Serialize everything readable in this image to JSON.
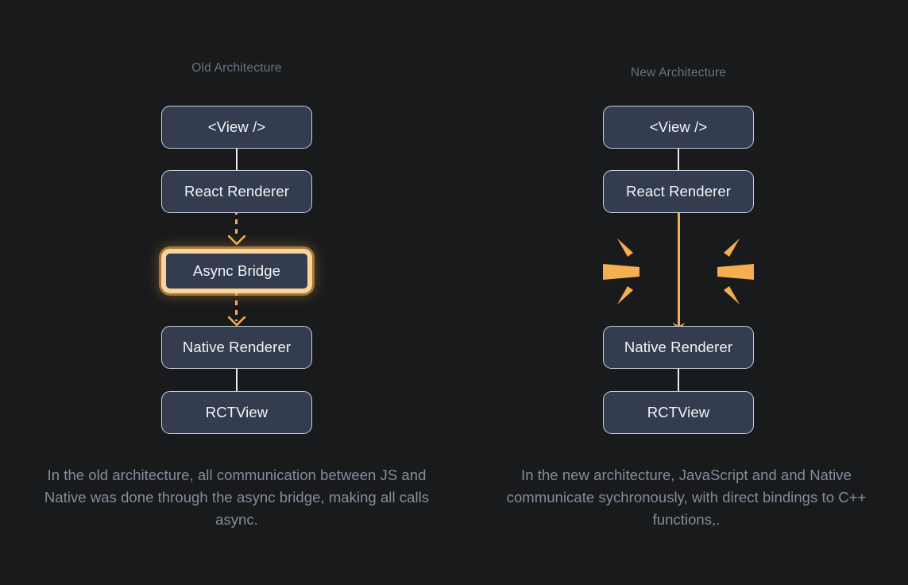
{
  "theme": {
    "background": "#191a1c",
    "node_fill": "#343d4f",
    "node_border": "#c9cedb",
    "node_text": "#f2f4f8",
    "title_text": "#6b7180",
    "caption_text": "#858c9b",
    "accent_orange": "#f5ae50",
    "highlight_border": "#fbd49a"
  },
  "columns": [
    {
      "id": "old-architecture",
      "title": "Old Architecture",
      "nodes": [
        {
          "id": "view",
          "label": "<View />"
        },
        {
          "id": "react-renderer",
          "label": "React Renderer"
        },
        {
          "id": "async-bridge",
          "label": "Async Bridge",
          "highlighted": true
        },
        {
          "id": "native-renderer",
          "label": "Native Renderer"
        },
        {
          "id": "rct-view",
          "label": "RCTView"
        }
      ],
      "connectors": [
        {
          "from": "view",
          "to": "react-renderer",
          "style": "solid",
          "color": "#e9ecf2",
          "arrow": false
        },
        {
          "from": "react-renderer",
          "to": "async-bridge",
          "style": "dashed",
          "color": "#f5ae50",
          "arrow": true
        },
        {
          "from": "async-bridge",
          "to": "native-renderer",
          "style": "dashed",
          "color": "#f5ae50",
          "arrow": true
        },
        {
          "from": "native-renderer",
          "to": "rct-view",
          "style": "solid",
          "color": "#e9ecf2",
          "arrow": false
        }
      ],
      "caption": "In the old architecture, all communication between JS and Native was done through the async bridge, making all calls async."
    },
    {
      "id": "new-architecture",
      "title": "New Architecture",
      "nodes": [
        {
          "id": "view",
          "label": "<View />"
        },
        {
          "id": "react-renderer",
          "label": "React Renderer"
        },
        {
          "id": "native-renderer",
          "label": "Native Renderer"
        },
        {
          "id": "rct-view",
          "label": "RCTView"
        }
      ],
      "connectors": [
        {
          "from": "view",
          "to": "react-renderer",
          "style": "solid",
          "color": "#e9ecf2",
          "arrow": false
        },
        {
          "from": "react-renderer",
          "to": "native-renderer",
          "style": "solid",
          "color": "#f5ae50",
          "arrow": true
        },
        {
          "from": "native-renderer",
          "to": "rct-view",
          "style": "solid",
          "color": "#e9ecf2",
          "arrow": false
        }
      ],
      "burst": {
        "present": true,
        "ray_count": 6,
        "color": "#f5ae50",
        "meaning": "bridge-removed-burst"
      },
      "caption": "In the new architecture, JavaScript and and Native communicate sychronously, with direct bindings to C++ functions,."
    }
  ]
}
